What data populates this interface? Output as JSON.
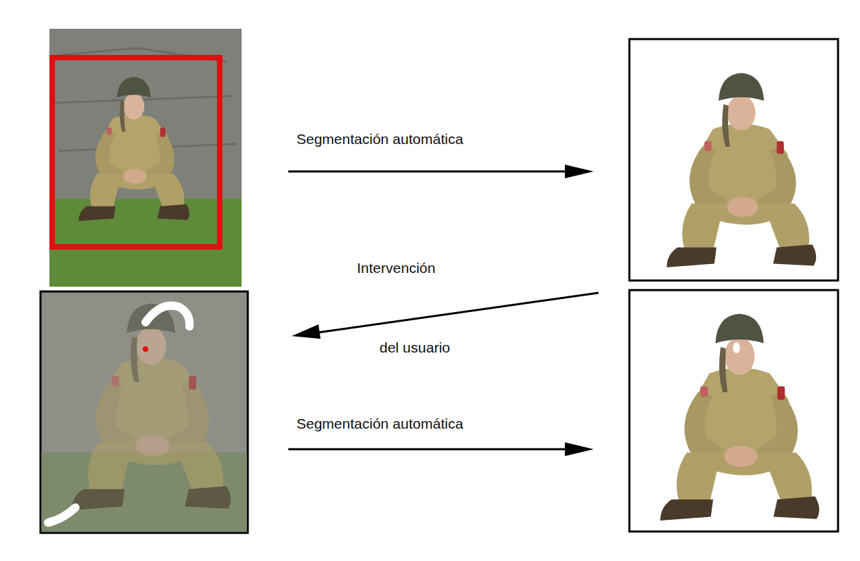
{
  "diagram": {
    "labels": [
      "Segmentación automática",
      "Intervención",
      "del usuario",
      "Segmentación automática"
    ]
  }
}
